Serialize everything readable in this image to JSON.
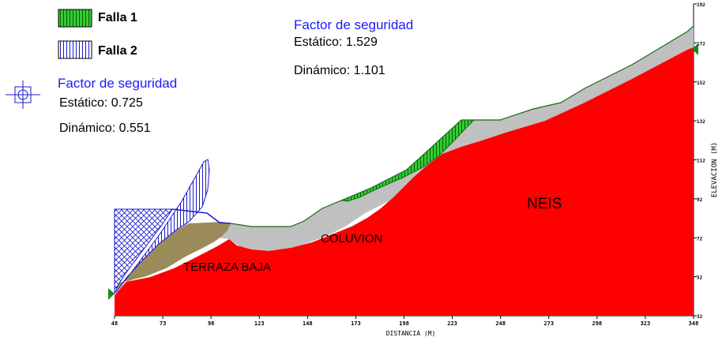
{
  "legend": {
    "items": [
      {
        "label": "Falla 1"
      },
      {
        "label": "Falla 2"
      }
    ]
  },
  "safety_falla1": {
    "title": "Factor de seguridad",
    "static": "Estático: 1.529",
    "dynamic": "Dinámico: 1.101"
  },
  "safety_falla2": {
    "title": "Factor de seguridad",
    "static": "Estático: 0.725",
    "dynamic": "Dinámico: 0.551"
  },
  "units": {
    "neis": "NEIS",
    "coluvion": "COLUVION",
    "terraza": "TERRAZA BAJA"
  },
  "x_axis": {
    "title": "DISTANCIA (M)",
    "ticks": [
      "48",
      "73",
      "98",
      "123",
      "148",
      "173",
      "198",
      "223",
      "248",
      "273",
      "298",
      "323",
      "348"
    ]
  },
  "y_axis": {
    "title": "ELEVACION (M)",
    "ticks": [
      "32",
      "52",
      "72",
      "92",
      "112",
      "132",
      "152",
      "172",
      "192"
    ]
  },
  "colors": {
    "neis": "#ff0000",
    "coluvion": "#c0c0c0",
    "terraza": "#9b8b5a",
    "falla1": "#33cc33",
    "falla2": "#1a1acc",
    "outline": "#1a6b1a"
  }
}
